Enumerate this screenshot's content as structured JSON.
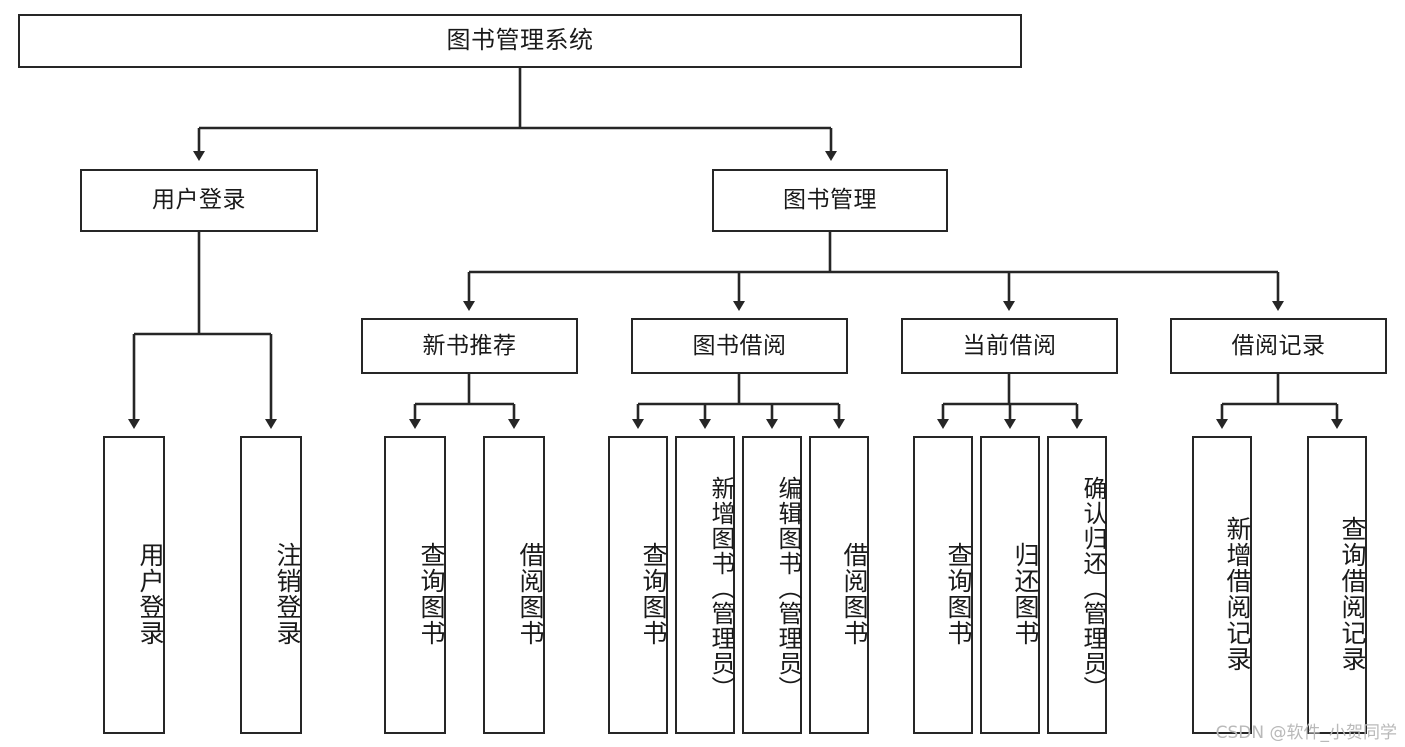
{
  "diagram": {
    "type": "tree-hierarchy-chart",
    "title": "图书管理系统",
    "watermark": "CSDN @软件_小贺同学",
    "line_color": "#262626",
    "box_fill": "#ffffff",
    "text_color": "#1a1a1a",
    "nodes": {
      "root": {
        "label": "图书管理系统",
        "level": 1
      },
      "level2": [
        {
          "id": "user-login",
          "label": "用户登录"
        },
        {
          "id": "book-manage",
          "label": "图书管理"
        }
      ],
      "level3": [
        {
          "id": "new-book-recommend",
          "label": "新书推荐",
          "parent": "book-manage"
        },
        {
          "id": "book-borrow",
          "label": "图书借阅",
          "parent": "book-manage"
        },
        {
          "id": "current-borrow",
          "label": "当前借阅",
          "parent": "book-manage"
        },
        {
          "id": "borrow-record",
          "label": "借阅记录",
          "parent": "book-manage"
        }
      ],
      "leaves": [
        {
          "id": "leaf-user-login",
          "label": "用户登录",
          "parent": "user-login"
        },
        {
          "id": "leaf-logout-login",
          "label": "注销登录",
          "parent": "user-login"
        },
        {
          "id": "leaf-query-book-1",
          "label": "查询图书",
          "parent": "new-book-recommend"
        },
        {
          "id": "leaf-borrow-book-1",
          "label": "借阅图书",
          "parent": "new-book-recommend"
        },
        {
          "id": "leaf-query-book-2",
          "label": "查询图书",
          "parent": "book-borrow"
        },
        {
          "id": "leaf-add-book",
          "label": "新增图书（管理员）",
          "parent": "book-borrow"
        },
        {
          "id": "leaf-edit-book",
          "label": "编辑图书（管理员）",
          "parent": "book-borrow"
        },
        {
          "id": "leaf-borrow-book-2",
          "label": "借阅图书",
          "parent": "book-borrow"
        },
        {
          "id": "leaf-query-book-3",
          "label": "查询图书",
          "parent": "current-borrow"
        },
        {
          "id": "leaf-return-book",
          "label": "归还图书",
          "parent": "current-borrow"
        },
        {
          "id": "leaf-confirm-return",
          "label": "确认归还（管理员）",
          "parent": "current-borrow"
        },
        {
          "id": "leaf-add-record",
          "label": "新增借阅记录",
          "parent": "borrow-record"
        },
        {
          "id": "leaf-query-record",
          "label": "查询借阅记录",
          "parent": "borrow-record"
        }
      ]
    }
  }
}
